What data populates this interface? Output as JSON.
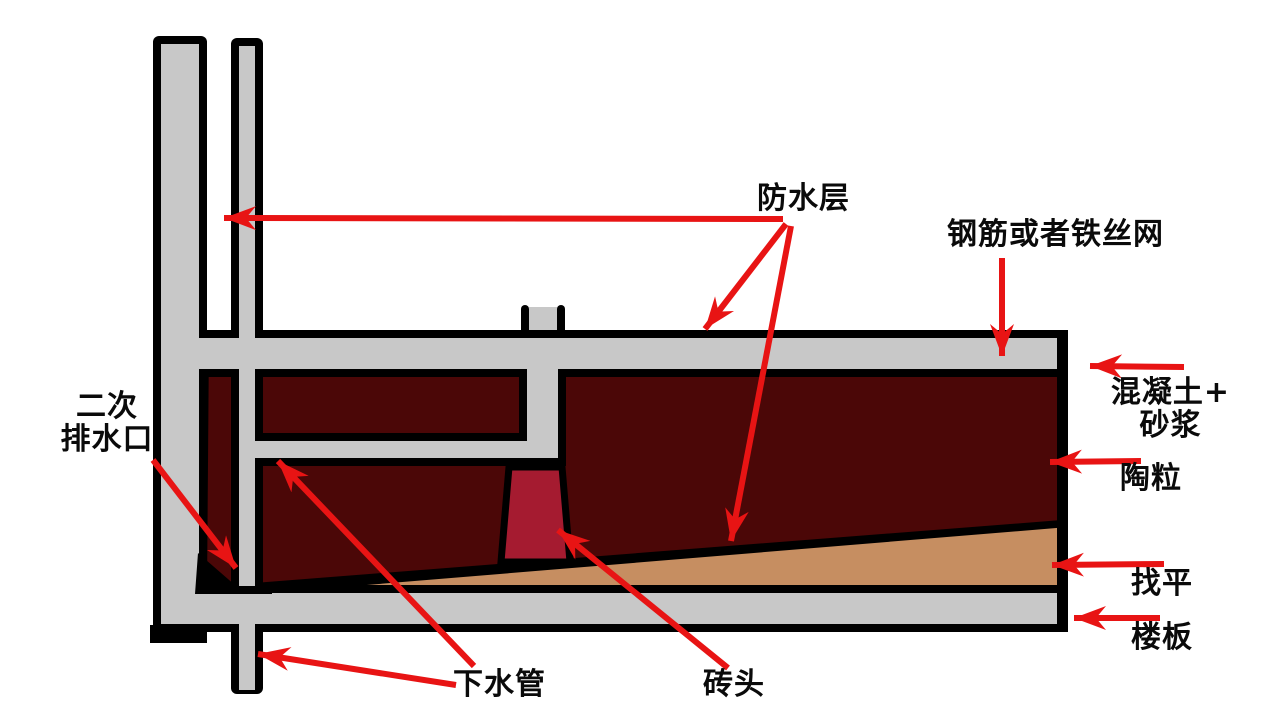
{
  "diagram": {
    "description": "Sunken bathroom floor construction cross-section",
    "labels": {
      "waterproof": "防水层",
      "rebar": "钢筋或者铁丝网",
      "concrete_l1": "混凝土+",
      "concrete_l2": "砂浆",
      "ceramsite": "陶粒",
      "leveling": "找平",
      "floor_slab": "楼板",
      "secondary_drain_l1": "二次",
      "secondary_drain_l2": "排水口",
      "drain_pipe": "下水管",
      "brick": "砖头"
    },
    "colors": {
      "outline_black": "#000000",
      "structure_gray": "#c8c8c8",
      "ceramsite_maroon": "#4b0707",
      "screed_tan": "#c68e61",
      "brick_red": "#a51b30",
      "arrow_red": "#e81414",
      "label_black": "#0a0a0a"
    }
  }
}
